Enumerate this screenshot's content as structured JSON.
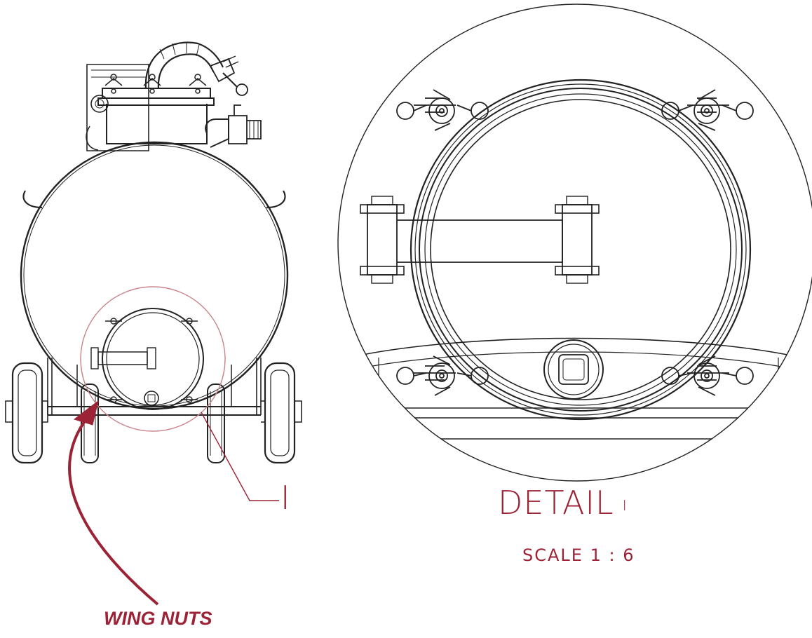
{
  "callout": {
    "letter": "I"
  },
  "detail": {
    "title": "DETAIL",
    "id": "I",
    "scale": "SCALE 1 : 6"
  },
  "annotation": {
    "label": "WING NUTS"
  },
  "colors": {
    "annotation": "#9c2235",
    "line": "#222222",
    "callout_circle": "#c9848c"
  }
}
